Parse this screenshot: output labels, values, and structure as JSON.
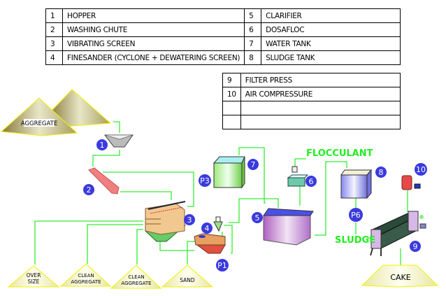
{
  "legend_table_1": {
    "rows": [
      {
        "n1": "1",
        "l1": "HOPPER",
        "n2": "5",
        "l2": "CLARIFIER"
      },
      {
        "n1": "2",
        "l1": "WASHING CHUTE",
        "n2": "6",
        "l2": "DOSAFLOC"
      },
      {
        "n1": "3",
        "l1": "VIBRATING SCREEN",
        "n2": "7",
        "l2": "WATER TANK"
      },
      {
        "n1": "4",
        "l1": "FINESANDER (CYCLONE + DEWATERING SCREEN)",
        "n2": "8",
        "l2": "SLUDGE TANK"
      }
    ]
  },
  "legend_table_2": {
    "rows": [
      {
        "n": "9",
        "l": "FILTER PRESS"
      },
      {
        "n": "10",
        "l": "AIR COMPRESSURE"
      },
      {
        "n": "",
        "l": ""
      },
      {
        "n": "",
        "l": ""
      }
    ]
  },
  "diagram": {
    "piles": {
      "aggregate": "AGGREGATE",
      "oversize_1": "OVER",
      "oversize_2": "SIZE",
      "clean1_1": "CLEAN",
      "clean1_2": "AGGREGATE",
      "clean2_1": "CLEAN",
      "clean2_2": "AGGREGATE",
      "sand": "SAND",
      "cake": "CAKE"
    },
    "labels": {
      "flocculant": "FLOCCULANT",
      "sludge": "SLUDGE"
    },
    "badges": {
      "b1": "1",
      "b2": "2",
      "b3": "3",
      "b4": "4",
      "b5": "5",
      "b6": "6",
      "b7": "7",
      "b8": "8",
      "b9": "9",
      "b10": "10",
      "p1": "P1",
      "p3": "P3",
      "p6": "P6"
    },
    "colors": {
      "pipe": "#33ee33",
      "badge": "#3a3adf",
      "pile_edge": "#f2f200",
      "label_green": "#22ee22"
    }
  }
}
